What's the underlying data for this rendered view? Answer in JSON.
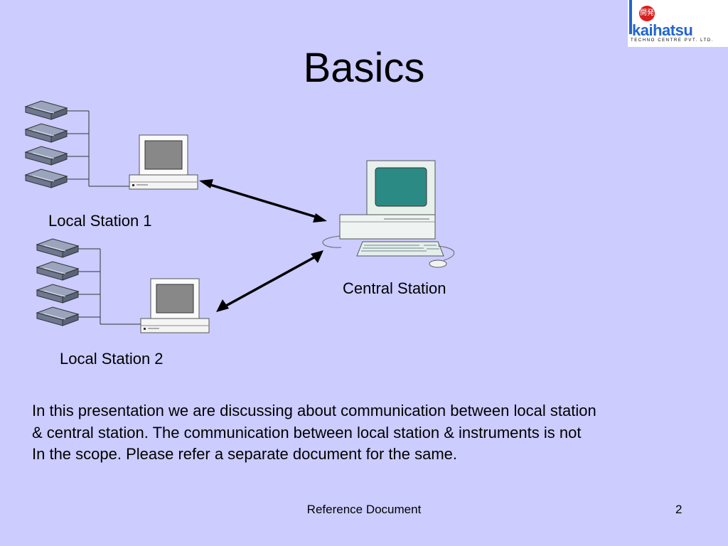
{
  "slide": {
    "title": "Basics",
    "logo": {
      "name": "kaihatsu",
      "tagline": "TECHNO CENTRE PVT. LTD.",
      "seal": "開発"
    },
    "diagram": {
      "local_station_1_label": "Local Station 1",
      "local_station_2_label": "Local Station 2",
      "central_station_label": "Central Station"
    },
    "body_lines": [
      "In this presentation we are discussing about communication between local station",
      "& central station. The communication between local station & instruments is not",
      "In the scope. Please refer a separate document for the same."
    ],
    "footer": {
      "center": "Reference Document",
      "page_number": "2"
    }
  },
  "colors": {
    "background": "#ccccff",
    "logo_blue": "#2266cc",
    "seal_red": "#d82020"
  }
}
